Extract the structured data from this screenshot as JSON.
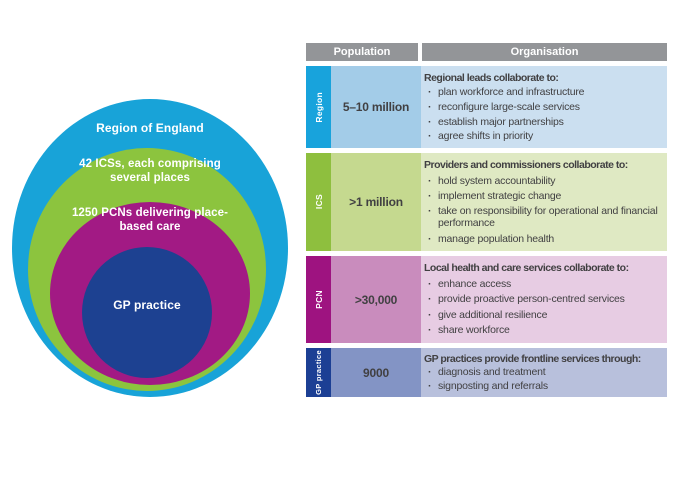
{
  "diagram": {
    "rings": [
      {
        "name": "region",
        "label": "Region of England",
        "color": "#18a3d8"
      },
      {
        "name": "ics",
        "label": "42 ICSs, each comprising several places",
        "color": "#8cc43e"
      },
      {
        "name": "pcn",
        "label": "1250 PCNs delivering place-based care",
        "color": "#a21a84"
      },
      {
        "name": "gp-practice",
        "label": "GP practice",
        "color": "#1d4191"
      }
    ],
    "label_text_color": "#ffffff"
  },
  "table": {
    "header": {
      "population": "Population",
      "organisation": "Organisation",
      "bg": "#939598",
      "text_color": "#ffffff"
    },
    "body_text_color": "#414042",
    "rows": [
      {
        "category": "Region",
        "population": "5–10 million",
        "org_heading": "Regional leads collaborate to:",
        "bullets": [
          "plan workforce and infrastructure",
          "reconfigure large-scale services",
          "establish major partnerships",
          "agree shifts in priority"
        ],
        "strip_color": "#18a3dc",
        "population_bg": "#a3cce8",
        "organisation_bg": "#cbdff0"
      },
      {
        "category": "ICS",
        "population": ">1 million",
        "org_heading": "Providers and commissioners collaborate to:",
        "bullets": [
          "hold system accountability",
          "implement strategic change",
          "take on responsibility for operational and financial performance",
          "manage population health"
        ],
        "strip_color": "#8ebf3e",
        "population_bg": "#c5d98f",
        "organisation_bg": "#dfe9c3"
      },
      {
        "category": "PCN",
        "population": ">30,000",
        "org_heading": "Local health and care services collaborate to:",
        "bullets": [
          "enhance access",
          "provide proactive person-centred services",
          "give additional resilience",
          "share workforce"
        ],
        "strip_color": "#9e1380",
        "population_bg": "#c98cbd",
        "organisation_bg": "#e7cce3"
      },
      {
        "category": "GP practice",
        "population": "9000",
        "org_heading": "GP practices provide frontline services through:",
        "bullets": [
          "diagnosis and treatment",
          "signposting and referrals"
        ],
        "strip_color": "#1c3f94",
        "population_bg": "#8394c5",
        "organisation_bg": "#b8c0dc"
      }
    ]
  }
}
